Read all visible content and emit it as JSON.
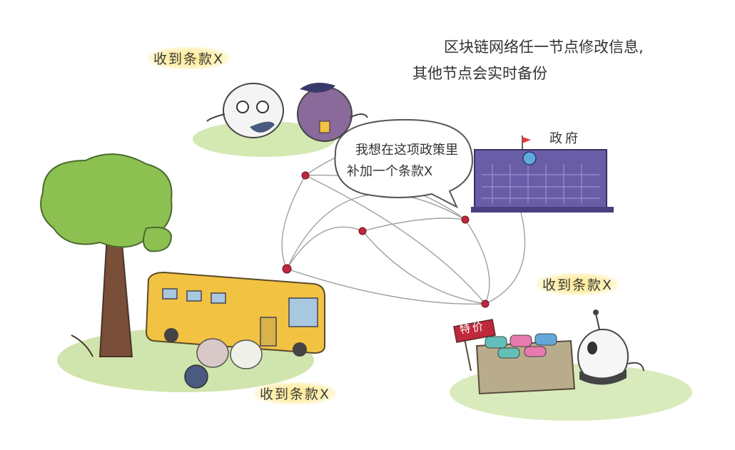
{
  "caption": {
    "line1": "区块链网络任一节点修改信息,",
    "line2": "其他节点会实时备份"
  },
  "speech": {
    "line1": "我想在这项政策里",
    "line2": "补加一个条款X"
  },
  "labels": {
    "received_top": "收到条款X",
    "received_right": "收到条款X",
    "received_bottom": "收到条款X",
    "government": "政府",
    "sale_sign": "特价"
  },
  "colors": {
    "node": "#c0283c",
    "line": "#9a9a9a",
    "building": "#6a5da8",
    "bus": "#f2c242",
    "tree": "#8cc152",
    "grass": "#b8d98a",
    "highlight": "#ffe98c"
  }
}
